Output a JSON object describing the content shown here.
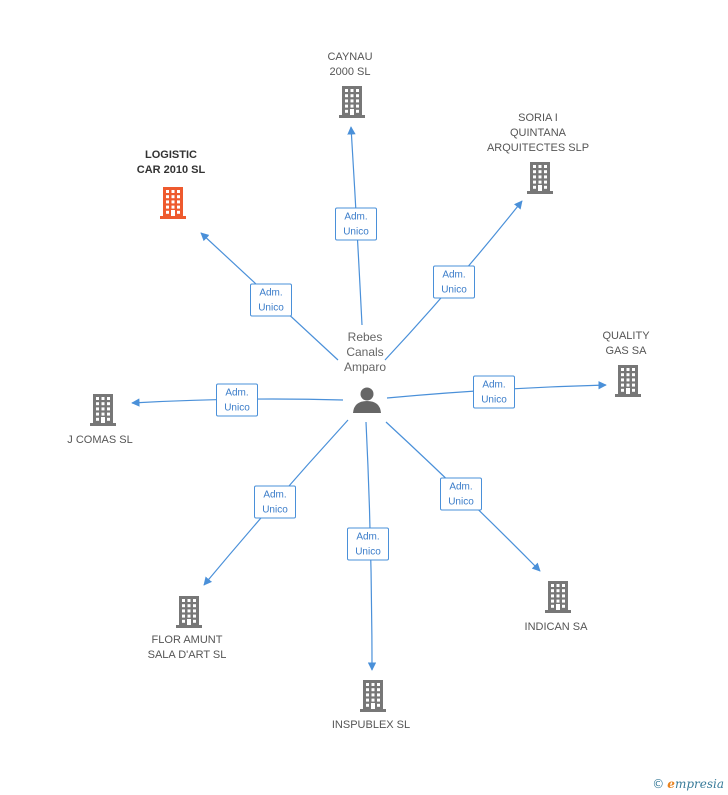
{
  "colors": {
    "edge": "#4a90d9",
    "building": "#777777",
    "building_highlight": "#ee5a2e",
    "person": "#666666"
  },
  "center": {
    "label": "Rebes\nCanals\nAmparo",
    "icon": "person-icon"
  },
  "nodes": [
    {
      "id": "caynau",
      "label": "CAYNAU\n2000 SL",
      "icon": "building-icon",
      "highlight": false,
      "edge_label": "Adm.\nUnico"
    },
    {
      "id": "soria",
      "label": "SORIA I\nQUINTANA\nARQUITECTES SLP",
      "icon": "building-icon",
      "highlight": false,
      "edge_label": "Adm.\nUnico"
    },
    {
      "id": "logistic",
      "label": "LOGISTIC\nCAR 2010 SL",
      "icon": "building-icon",
      "highlight": true,
      "edge_label": "Adm.\nUnico"
    },
    {
      "id": "quality",
      "label": "QUALITY\nGAS SA",
      "icon": "building-icon",
      "highlight": false,
      "edge_label": "Adm.\nUnico"
    },
    {
      "id": "jcomas",
      "label": "J COMAS SL",
      "icon": "building-icon",
      "highlight": false,
      "edge_label": "Adm.\nUnico"
    },
    {
      "id": "flor",
      "label": "FLOR AMUNT\nSALA D'ART SL",
      "icon": "building-icon",
      "highlight": false,
      "edge_label": "Adm.\nUnico"
    },
    {
      "id": "inspublex",
      "label": "INSPUBLEX SL",
      "icon": "building-icon",
      "highlight": false,
      "edge_label": "Adm.\nUnico"
    },
    {
      "id": "indican",
      "label": "INDICAN SA",
      "icon": "building-icon",
      "highlight": false,
      "edge_label": "Adm.\nUnico"
    }
  ],
  "watermark": {
    "copyright": "©",
    "brand_initial": "e",
    "brand_rest": "mpresia"
  }
}
